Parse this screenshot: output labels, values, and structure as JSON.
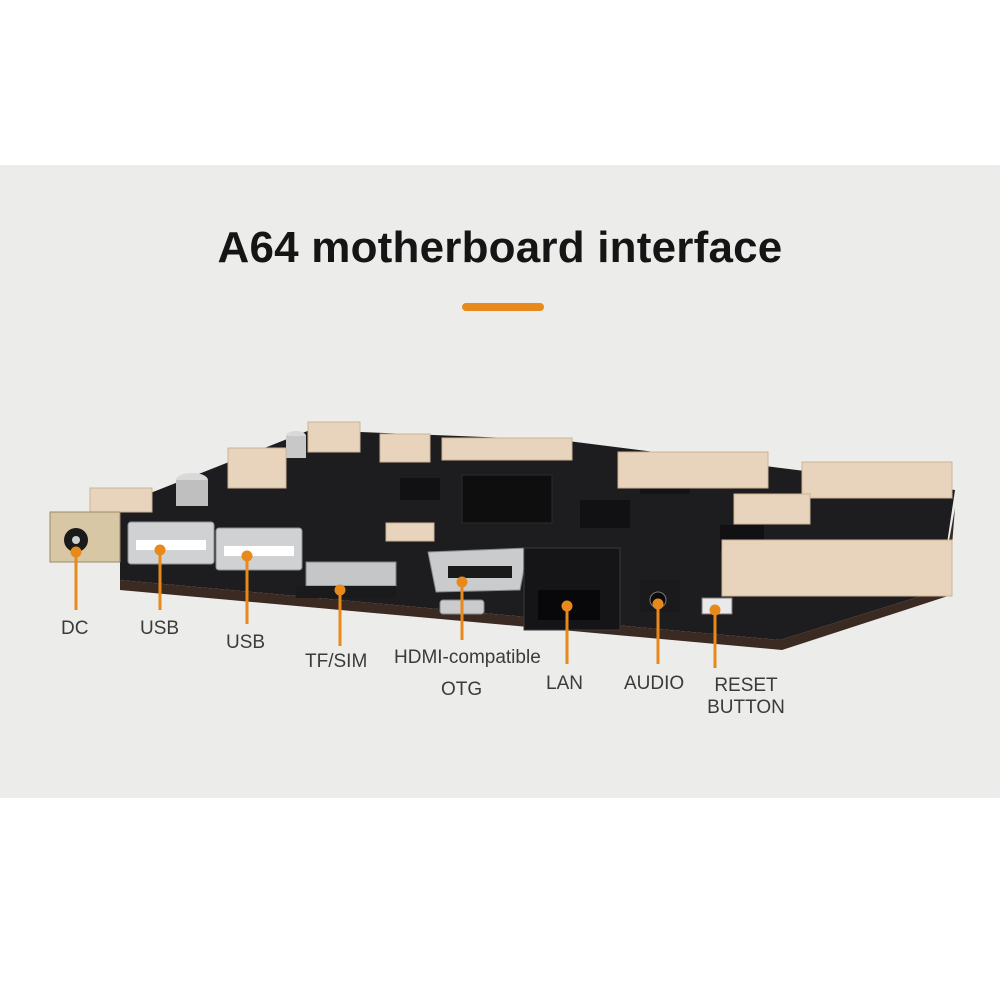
{
  "title": "A64 motherboard interface",
  "colors": {
    "background": "#ececeb",
    "accent": "#e8891b",
    "title": "#151515",
    "label": "#3b3b3b",
    "pcb": "#1d1d1f"
  },
  "labels": {
    "dc": "DC",
    "usb_1": "USB",
    "usb_2": "USB",
    "tf_sim": "TF/SIM",
    "hdmi": "HDMI-compatible",
    "otg": "OTG",
    "lan": "LAN",
    "audio": "AUDIO",
    "reset_line1": "RESET",
    "reset_line2": "BUTTON"
  }
}
